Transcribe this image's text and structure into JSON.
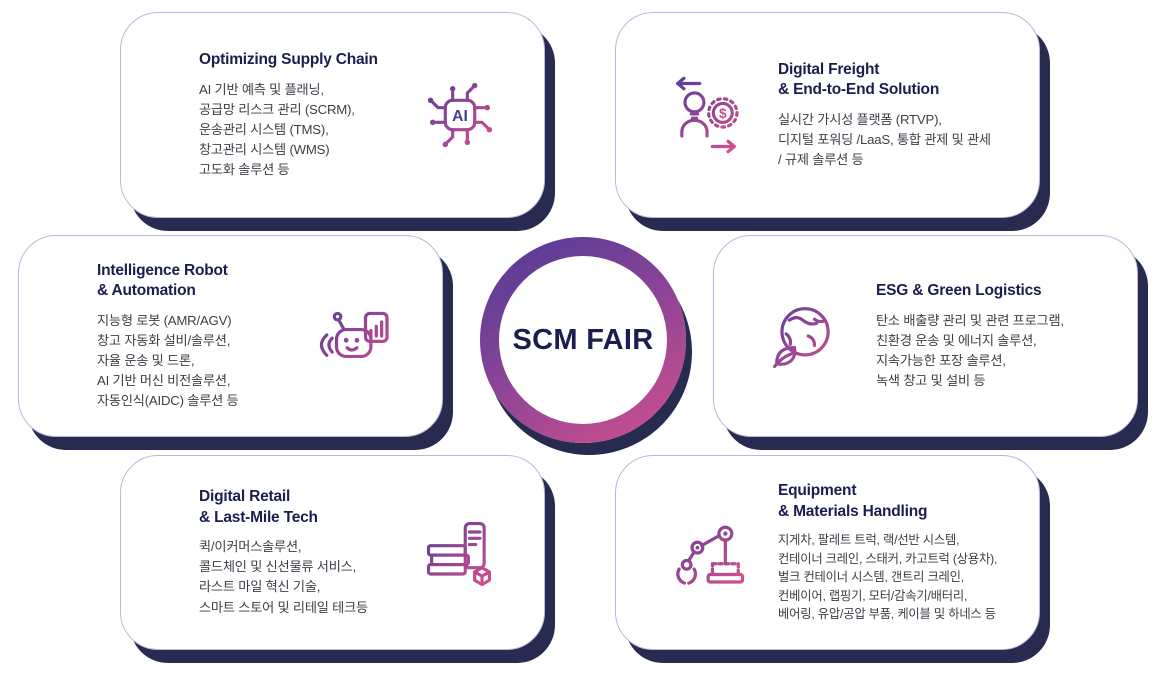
{
  "colors": {
    "accent_purple": "#5b3d99",
    "accent_pink": "#d4508d",
    "shadow_navy": "#272b50",
    "title_navy": "#1a1e4e",
    "body_text": "#3e3e48",
    "card_border": "#bdb6dc"
  },
  "center": {
    "label": "SCM FAIR"
  },
  "icon_labels": {
    "ai": "AI",
    "dollar": "$"
  },
  "cards": [
    {
      "id": "optimizing-supply-chain",
      "position": "top-left",
      "icon": "ai-chip-icon",
      "title": "Optimizing Supply Chain",
      "body": "AI 기반 예측 및 플래닝,\n공급망 리스크 관리 (SCRM),\n운송관리 시스템 (TMS),\n창고관리 시스템 (WMS)\n고도화 솔루션 등"
    },
    {
      "id": "digital-freight-end-to-end",
      "position": "top-right",
      "icon": "freight-exchange-icon",
      "title": "Digital Freight\n& End-to-End Solution",
      "body": "실시간 가시성 플랫폼 (RTVP),\n디지털 포워딩 /LaaS, 통합 관제 및 관세\n/ 규제 솔루션 등"
    },
    {
      "id": "intelligence-robot-automation",
      "position": "middle-left",
      "icon": "robot-icon",
      "title": "Intelligence Robot\n& Automation",
      "body": "지능형 로봇 (AMR/AGV)\n창고 자동화 설비/솔루션,\n자율 운송 및 드론,\nAI 기반 머신 비전솔루션,\n자동인식(AIDC) 솔루션 등"
    },
    {
      "id": "esg-green-logistics",
      "position": "middle-right",
      "icon": "globe-leaf-icon",
      "title": "ESG & Green Logistics",
      "body": "탄소 배출량 관리 및 관련 프로그램,\n친환경 운송 및 에너지 솔루션,\n지속가능한 포장 솔루션,\n녹색 창고 및 설비 등"
    },
    {
      "id": "digital-retail-last-mile",
      "position": "bottom-left",
      "icon": "retail-lastmile-icon",
      "title": "Digital Retail\n& Last-Mile Tech",
      "body": "퀵/이커머스솔루션,\n콜드체인 및 신선물류 서비스,\n라스트 마일 혁신 기술,\n스마트 스토어 및 리테일 테크등"
    },
    {
      "id": "equipment-materials-handling",
      "position": "bottom-right",
      "icon": "robotic-arm-icon",
      "title": "Equipment\n& Materials Handling",
      "body": "지게차, 팔레트 트럭, 랙/선반 시스템,\n컨테이너 크레인, 스태커, 카고트럭 (상용차),\n벌크 컨테이너 시스템, 갠트리 크레인,\n컨베이어, 랩핑기, 모터/감속기/배터리,\n베어링, 유압/공압 부품, 케이블 및 하네스 등"
    }
  ]
}
